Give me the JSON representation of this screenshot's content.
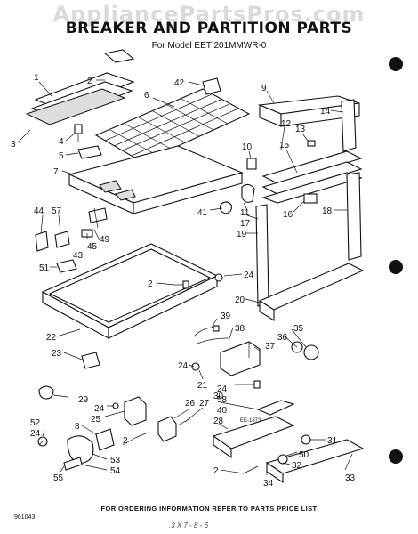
{
  "watermark": "AppliancePartsPros.com",
  "title": "BREAKER AND PARTITION PARTS",
  "model": "For Model EET 201MMWR-0",
  "footer": "FOR ORDERING INFORMATION REFER TO PARTS PRICE LIST",
  "doc_code": "961043",
  "ref_code": "EE-1873",
  "signature": ".3 X 7 - 8 - 6",
  "callouts": [
    {
      "n": "1"
    },
    {
      "n": "2"
    },
    {
      "n": "3"
    },
    {
      "n": "4"
    },
    {
      "n": "5"
    },
    {
      "n": "6"
    },
    {
      "n": "7"
    },
    {
      "n": "42"
    },
    {
      "n": "9"
    },
    {
      "n": "14"
    },
    {
      "n": "12"
    },
    {
      "n": "13"
    },
    {
      "n": "10"
    },
    {
      "n": "15"
    },
    {
      "n": "44"
    },
    {
      "n": "57"
    },
    {
      "n": "49"
    },
    {
      "n": "45"
    },
    {
      "n": "43"
    },
    {
      "n": "41"
    },
    {
      "n": "11"
    },
    {
      "n": "17"
    },
    {
      "n": "16"
    },
    {
      "n": "18"
    },
    {
      "n": "19"
    },
    {
      "n": "51"
    },
    {
      "n": "2"
    },
    {
      "n": "24"
    },
    {
      "n": "20"
    },
    {
      "n": "22"
    },
    {
      "n": "39"
    },
    {
      "n": "38"
    },
    {
      "n": "35"
    },
    {
      "n": "36"
    },
    {
      "n": "37"
    },
    {
      "n": "23"
    },
    {
      "n": "24"
    },
    {
      "n": "21"
    },
    {
      "n": "24"
    },
    {
      "n": "58"
    },
    {
      "n": "40"
    },
    {
      "n": "29"
    },
    {
      "n": "24"
    },
    {
      "n": "25"
    },
    {
      "n": "26"
    },
    {
      "n": "27"
    },
    {
      "n": "30"
    },
    {
      "n": "28"
    },
    {
      "n": "8"
    },
    {
      "n": "52"
    },
    {
      "n": "24"
    },
    {
      "n": "31"
    },
    {
      "n": "50"
    },
    {
      "n": "2"
    },
    {
      "n": "53"
    },
    {
      "n": "54"
    },
    {
      "n": "55"
    },
    {
      "n": "2"
    },
    {
      "n": "32"
    },
    {
      "n": "34"
    },
    {
      "n": "33"
    }
  ]
}
